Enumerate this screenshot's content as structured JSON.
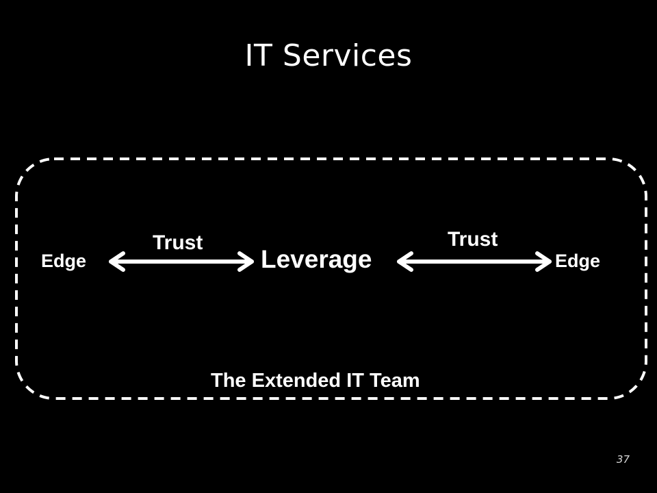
{
  "slide": {
    "title": "IT Services",
    "page_number": "37"
  },
  "diagram": {
    "left_node": "Edge",
    "center_node": "Leverage",
    "right_node": "Edge",
    "left_connector_label": "Trust",
    "right_connector_label": "Trust",
    "boundary_label": "The Extended IT Team"
  },
  "colors": {
    "background": "#000000",
    "foreground": "#ffffff"
  }
}
